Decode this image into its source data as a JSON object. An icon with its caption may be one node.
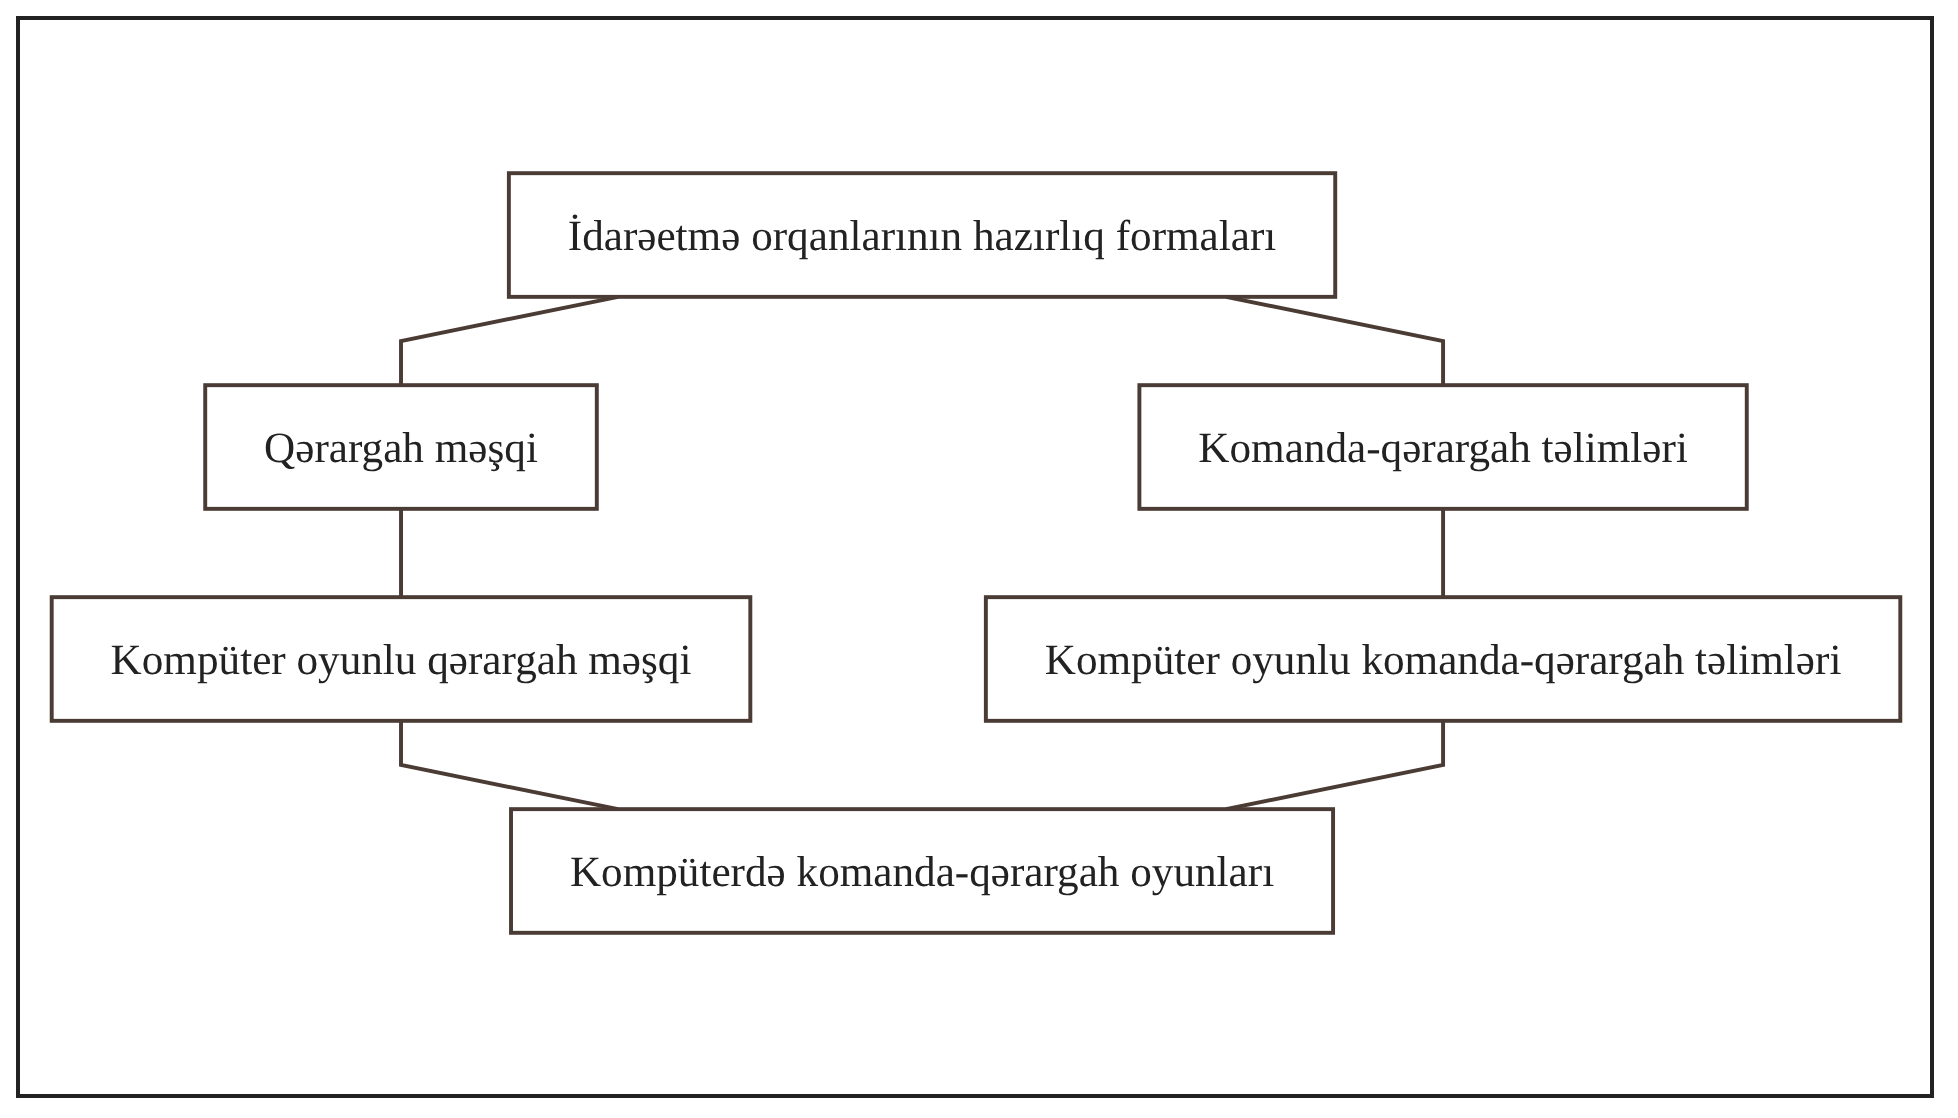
{
  "diagram": {
    "nodes": [
      {
        "text": [
          "İdarəetmə orqanlarının hazırlıq formaları"
        ]
      },
      {
        "text": [
          "Qərargah məşqi"
        ]
      },
      {
        "text": [
          "Komanda-qərargah təlimləri"
        ]
      },
      {
        "text": [
          "Kompüter oyunlu qərargah məşqi"
        ]
      },
      {
        "text": [
          "Kompüter oyunlu komanda-qərargah təlimləri"
        ]
      },
      {
        "text": [
          "Kompüterdə komanda-qərargah oyunları"
        ]
      }
    ],
    "edges": [
      {
        "from": 0,
        "to": 1,
        "arrow": "none"
      },
      {
        "from": 0,
        "to": 2,
        "arrow": "none"
      },
      {
        "from": 1,
        "to": 3,
        "arrow": "none"
      },
      {
        "from": 2,
        "to": 4,
        "arrow": "none"
      },
      {
        "from": 3,
        "to": 5,
        "arrow": "none"
      },
      {
        "from": 4,
        "to": 5,
        "arrow": "none"
      }
    ]
  }
}
